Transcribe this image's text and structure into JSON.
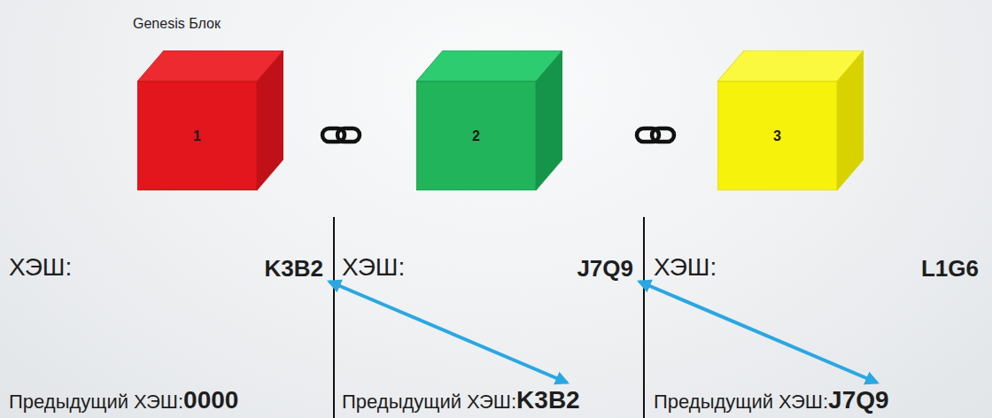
{
  "diagram": {
    "nodes": [
      {
        "text": [
          "1"
        ]
      },
      {
        "text": [
          "2"
        ]
      },
      {
        "text": [
          "3"
        ]
      }
    ],
    "labels": [
      "Genesis Блок",
      "ХЭШ:",
      "K3B2",
      "ХЭШ:",
      "J7Q9",
      "ХЭШ:",
      "L1G6",
      "Предыдущий ХЭШ:",
      "0000",
      "Предыдущий ХЭШ:",
      "K3B2",
      "Предыдущий ХЭШ:",
      "J7Q9"
    ]
  }
}
